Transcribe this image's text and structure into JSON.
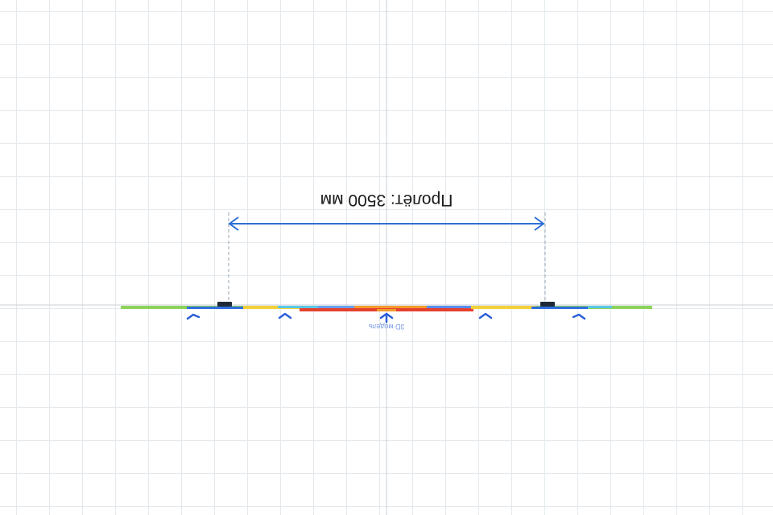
{
  "viewport": {
    "label": "3D viewport",
    "orientation": "upside-down view"
  },
  "dimension": {
    "span_label": "Пролёт: 3500 мм"
  },
  "model": {
    "caption": "3D модель",
    "beam_colors": [
      "#8dd35a",
      "#f2d23b",
      "#f39b2d",
      "#e5412f",
      "#2f6fe0",
      "#5ac8e6"
    ],
    "load_arrow_color": "#2b5fd9",
    "dimension_color": "#2c6fd6"
  }
}
